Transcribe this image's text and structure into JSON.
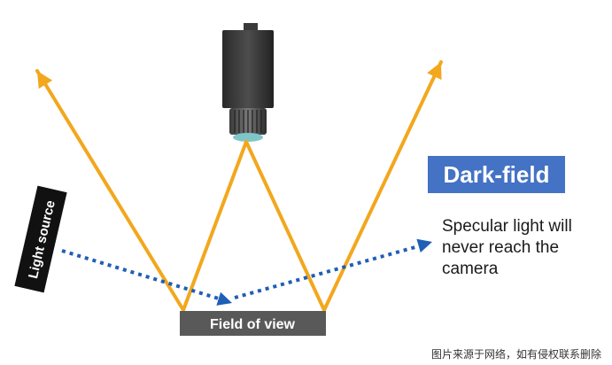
{
  "colors": {
    "ray": "#F2A71D",
    "specular": "#1F5FB5",
    "badge": "#4472C4",
    "field": "#595959",
    "light_source": "#111111"
  },
  "light_source": {
    "label": "Light source"
  },
  "field_of_view": {
    "label": "Field of view"
  },
  "title_badge": {
    "text": "Dark-field"
  },
  "description": {
    "lines": [
      "Specular light will",
      "never reach the",
      "camera"
    ]
  },
  "caption": {
    "text": "图片来源于网络，如有侵权联系删除"
  },
  "icons": {
    "camera": "camera-icon"
  }
}
